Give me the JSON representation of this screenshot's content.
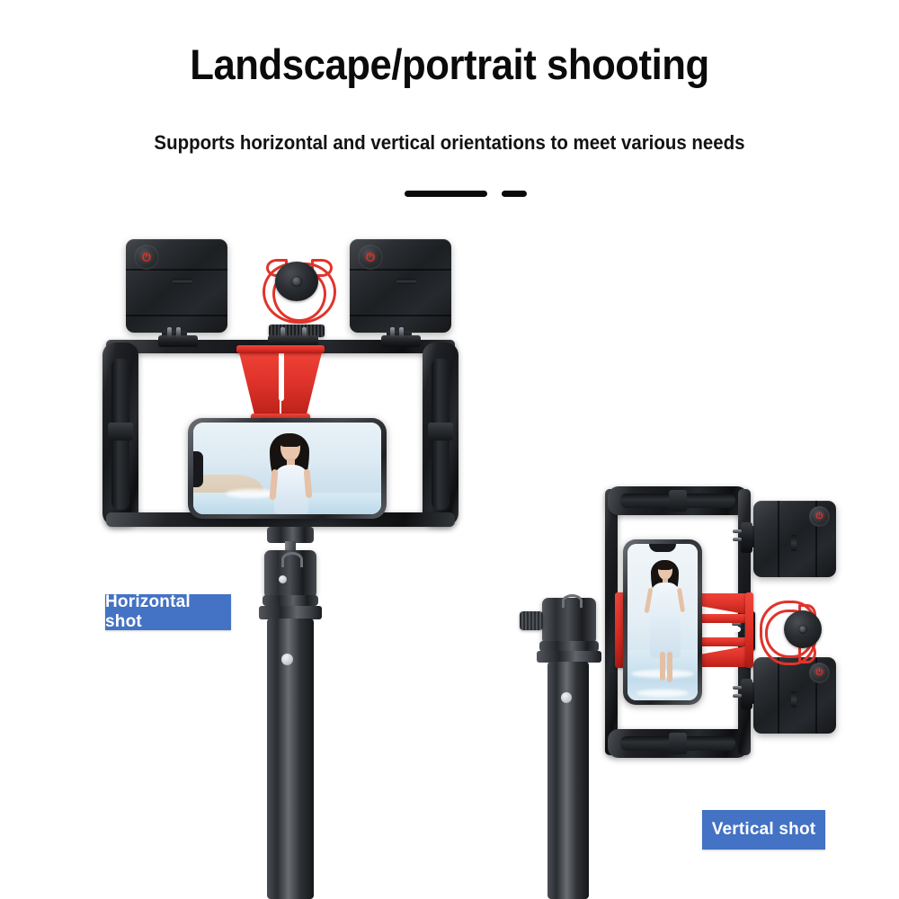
{
  "header": {
    "title": "Landscape/portrait shooting",
    "subtitle": "Supports horizontal and vertical orientations to meet various needs"
  },
  "divider": {
    "long_dash": "",
    "short_dash": ""
  },
  "badges": {
    "horizontal": "Horizontal shot",
    "vertical": "Vertical shot"
  },
  "colors": {
    "badge_blue": "#4472C4",
    "accent_red": "#E0342C",
    "rig_black": "#1D2023",
    "tripod_gray": "#4A4D52",
    "background": "#FFFFFF",
    "power_icon_red": "#E0342C"
  },
  "horizontal_rig": {
    "orientation": "landscape",
    "cage_label": "video cage rig",
    "led_lights": [
      {
        "position": "top-left",
        "power_icon": "power-icon"
      },
      {
        "position": "top-right",
        "power_icon": "power-icon"
      }
    ],
    "microphone": {
      "mount": "shock-mount",
      "mount_color": "#E0342C"
    },
    "phone": {
      "orientation": "landscape",
      "screen_content": "woman in light blue dress on beach"
    },
    "tripod": {
      "head": "ball-head",
      "tube": "extension-pole"
    }
  },
  "vertical_rig": {
    "orientation": "portrait",
    "cage_label": "video cage rig",
    "led_lights": [
      {
        "position": "right-top",
        "power_icon": "power-icon"
      },
      {
        "position": "right-bottom",
        "power_icon": "power-icon"
      }
    ],
    "microphone": {
      "mount": "shock-mount",
      "mount_color": "#E0342C"
    },
    "phone": {
      "orientation": "portrait",
      "screen_content": "woman in white dress walking on beach"
    },
    "tripod": {
      "head": "ball-head",
      "tube": "extension-pole"
    }
  }
}
